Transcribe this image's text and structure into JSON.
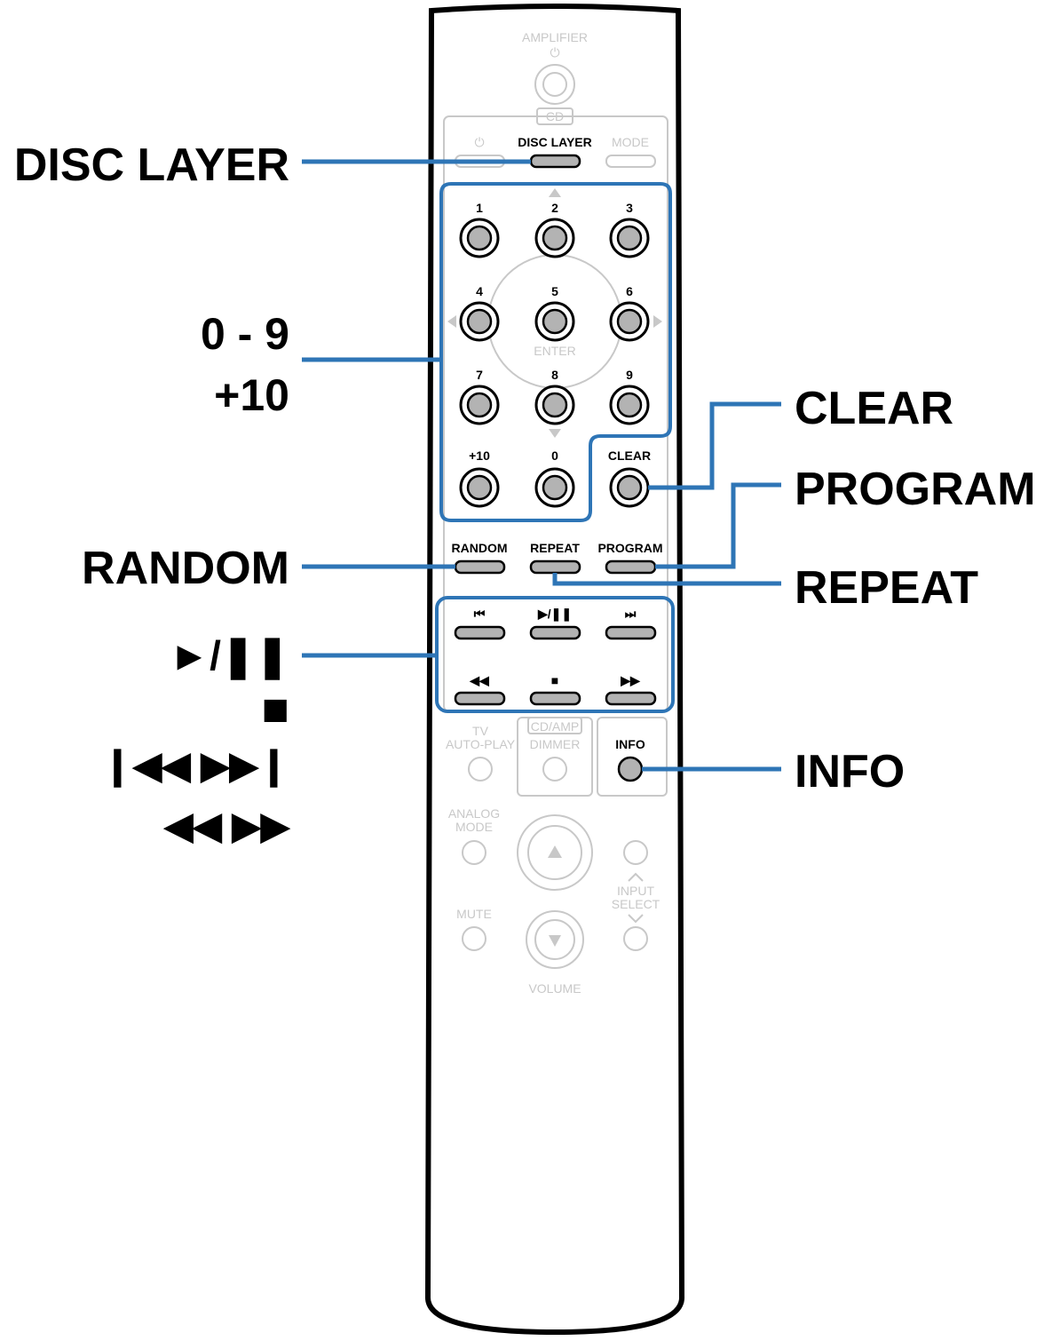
{
  "callouts": {
    "disc_layer": "DISC LAYER",
    "digits": "0 - 9",
    "plus10": "+10",
    "random": "RANDOM",
    "play_pause": "►/❚❚",
    "stop": "■",
    "skip": "❙◀◀  ▶▶❙",
    "search": "◀◀  ▶▶",
    "clear": "CLEAR",
    "program": "PROGRAM",
    "repeat": "REPEAT",
    "info": "INFO"
  },
  "remote": {
    "amplifier": "AMPLIFIER",
    "cd": "CD",
    "power_symbol": "⏻",
    "disc_layer": "DISC LAYER",
    "mode": "MODE",
    "digits": [
      "1",
      "2",
      "3",
      "4",
      "5",
      "6",
      "7",
      "8",
      "9",
      "+10",
      "0"
    ],
    "enter": "ENTER",
    "clear": "CLEAR",
    "random": "RANDOM",
    "repeat": "REPEAT",
    "program": "PROGRAM",
    "transport": [
      "⏮",
      "▶/❚❚",
      "⏭",
      "◀◀",
      "■",
      "▶▶"
    ],
    "tv_autoplay": [
      "TV",
      "AUTO-PLAY"
    ],
    "cd_amp": "CD/AMP",
    "dimmer": "DIMMER",
    "info": "INFO",
    "analog_mode": [
      "ANALOG",
      "MODE"
    ],
    "input_select": [
      "INPUT",
      "SELECT"
    ],
    "mute": "MUTE",
    "volume": "VOLUME"
  },
  "colors": {
    "leader": "#2e75b6",
    "button_fill": "#b3b3b3",
    "dimmed": "#c8c8c8"
  }
}
